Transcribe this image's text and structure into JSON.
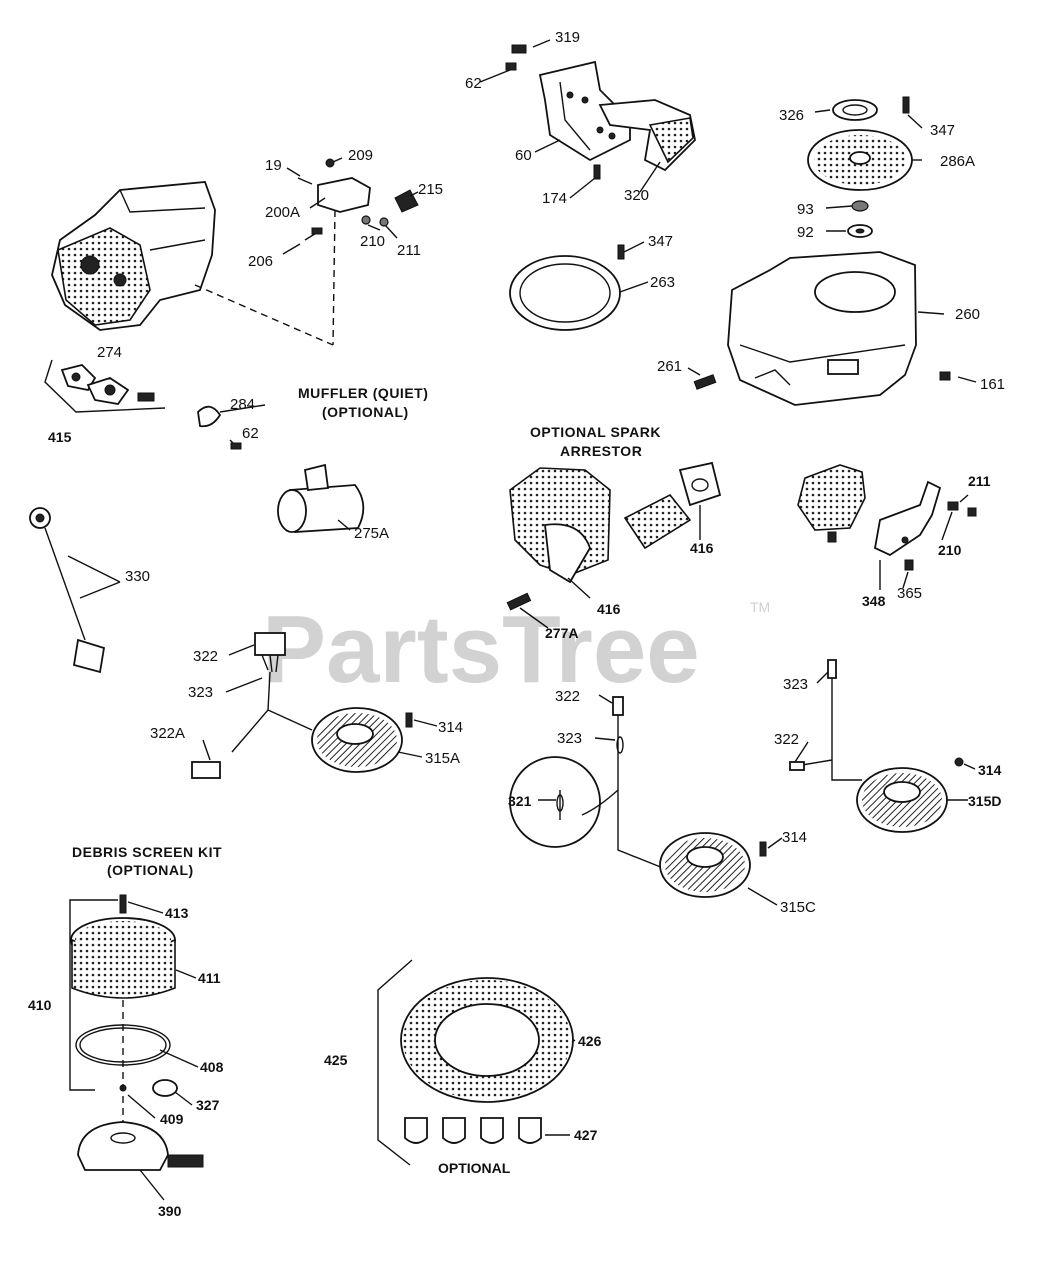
{
  "watermark": {
    "brand": "PartsTree",
    "trademark": "TM"
  },
  "headers": {
    "muffler_line1": "MUFFLER (QUIET)",
    "muffler_line2": "(OPTIONAL)",
    "spark_line1": "OPTIONAL SPARK",
    "spark_line2": "ARRESTOR",
    "debris_line1": "DEBRIS SCREEN KIT",
    "debris_line2": "(OPTIONAL)",
    "optional": "OPTIONAL"
  },
  "callouts": {
    "p319": "319",
    "p62a": "62",
    "p60": "60",
    "p174": "174",
    "p320": "320",
    "p326": "326",
    "p347a": "347",
    "p286A": "286A",
    "p93": "93",
    "p92": "92",
    "p19": "19",
    "p209": "209",
    "p215": "215",
    "p200A": "200A",
    "p206": "206",
    "p210a": "210",
    "p211a": "211",
    "p347b": "347",
    "p263": "263",
    "p260": "260",
    "p261": "261",
    "p161": "161",
    "p274": "274",
    "p415": "415",
    "p284": "284",
    "p62b": "62",
    "p275A": "275A",
    "p416a": "416",
    "p416b": "416",
    "p277A": "277A",
    "p211b": "211",
    "p210b": "210",
    "p348": "348",
    "p365": "365",
    "p330": "330",
    "p322a": "322",
    "p323a": "323",
    "p322A": "322A",
    "p314a": "314",
    "p315A": "315A",
    "p322b": "322",
    "p323b": "323",
    "p321": "321",
    "p314b": "314",
    "p315C": "315C",
    "p323c": "323",
    "p322c": "322",
    "p314c": "314",
    "p315D": "315D",
    "p413": "413",
    "p411": "411",
    "p410": "410",
    "p408": "408",
    "p409": "409",
    "p327": "327",
    "p390": "390",
    "p425": "425",
    "p426": "426",
    "p427": "427"
  }
}
